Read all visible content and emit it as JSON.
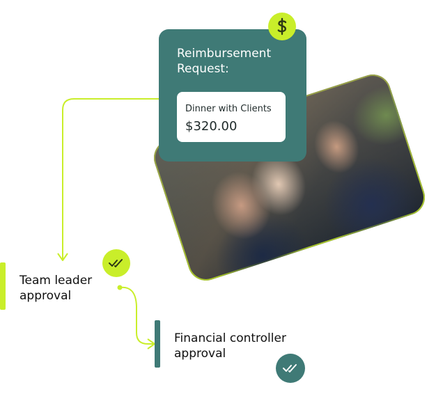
{
  "request_card": {
    "title": "Reimbursement Request:",
    "expense_name": "Dinner with Clients",
    "expense_amount": "$320.00"
  },
  "photo": {
    "description_icon": "team-dinner-photo"
  },
  "steps": [
    {
      "label": "Team leader approval",
      "line1": "Team leader",
      "line2": "approval",
      "bar_color": "#c9ee2a",
      "badge_color": "#c9ee2a",
      "badge_icon": "double-check-icon"
    },
    {
      "label": "Financial controller approval",
      "line1": "Financial controller",
      "line2": "approval",
      "bar_color": "#3f7a76",
      "badge_color": "#3f7a76",
      "badge_icon": "double-check-icon"
    }
  ],
  "colors": {
    "brand_teal": "#3f7a76",
    "accent_lime": "#c9ee2a",
    "text": "#111111"
  },
  "icons": {
    "dollar": "dollar-icon",
    "check": "double-check-icon"
  }
}
